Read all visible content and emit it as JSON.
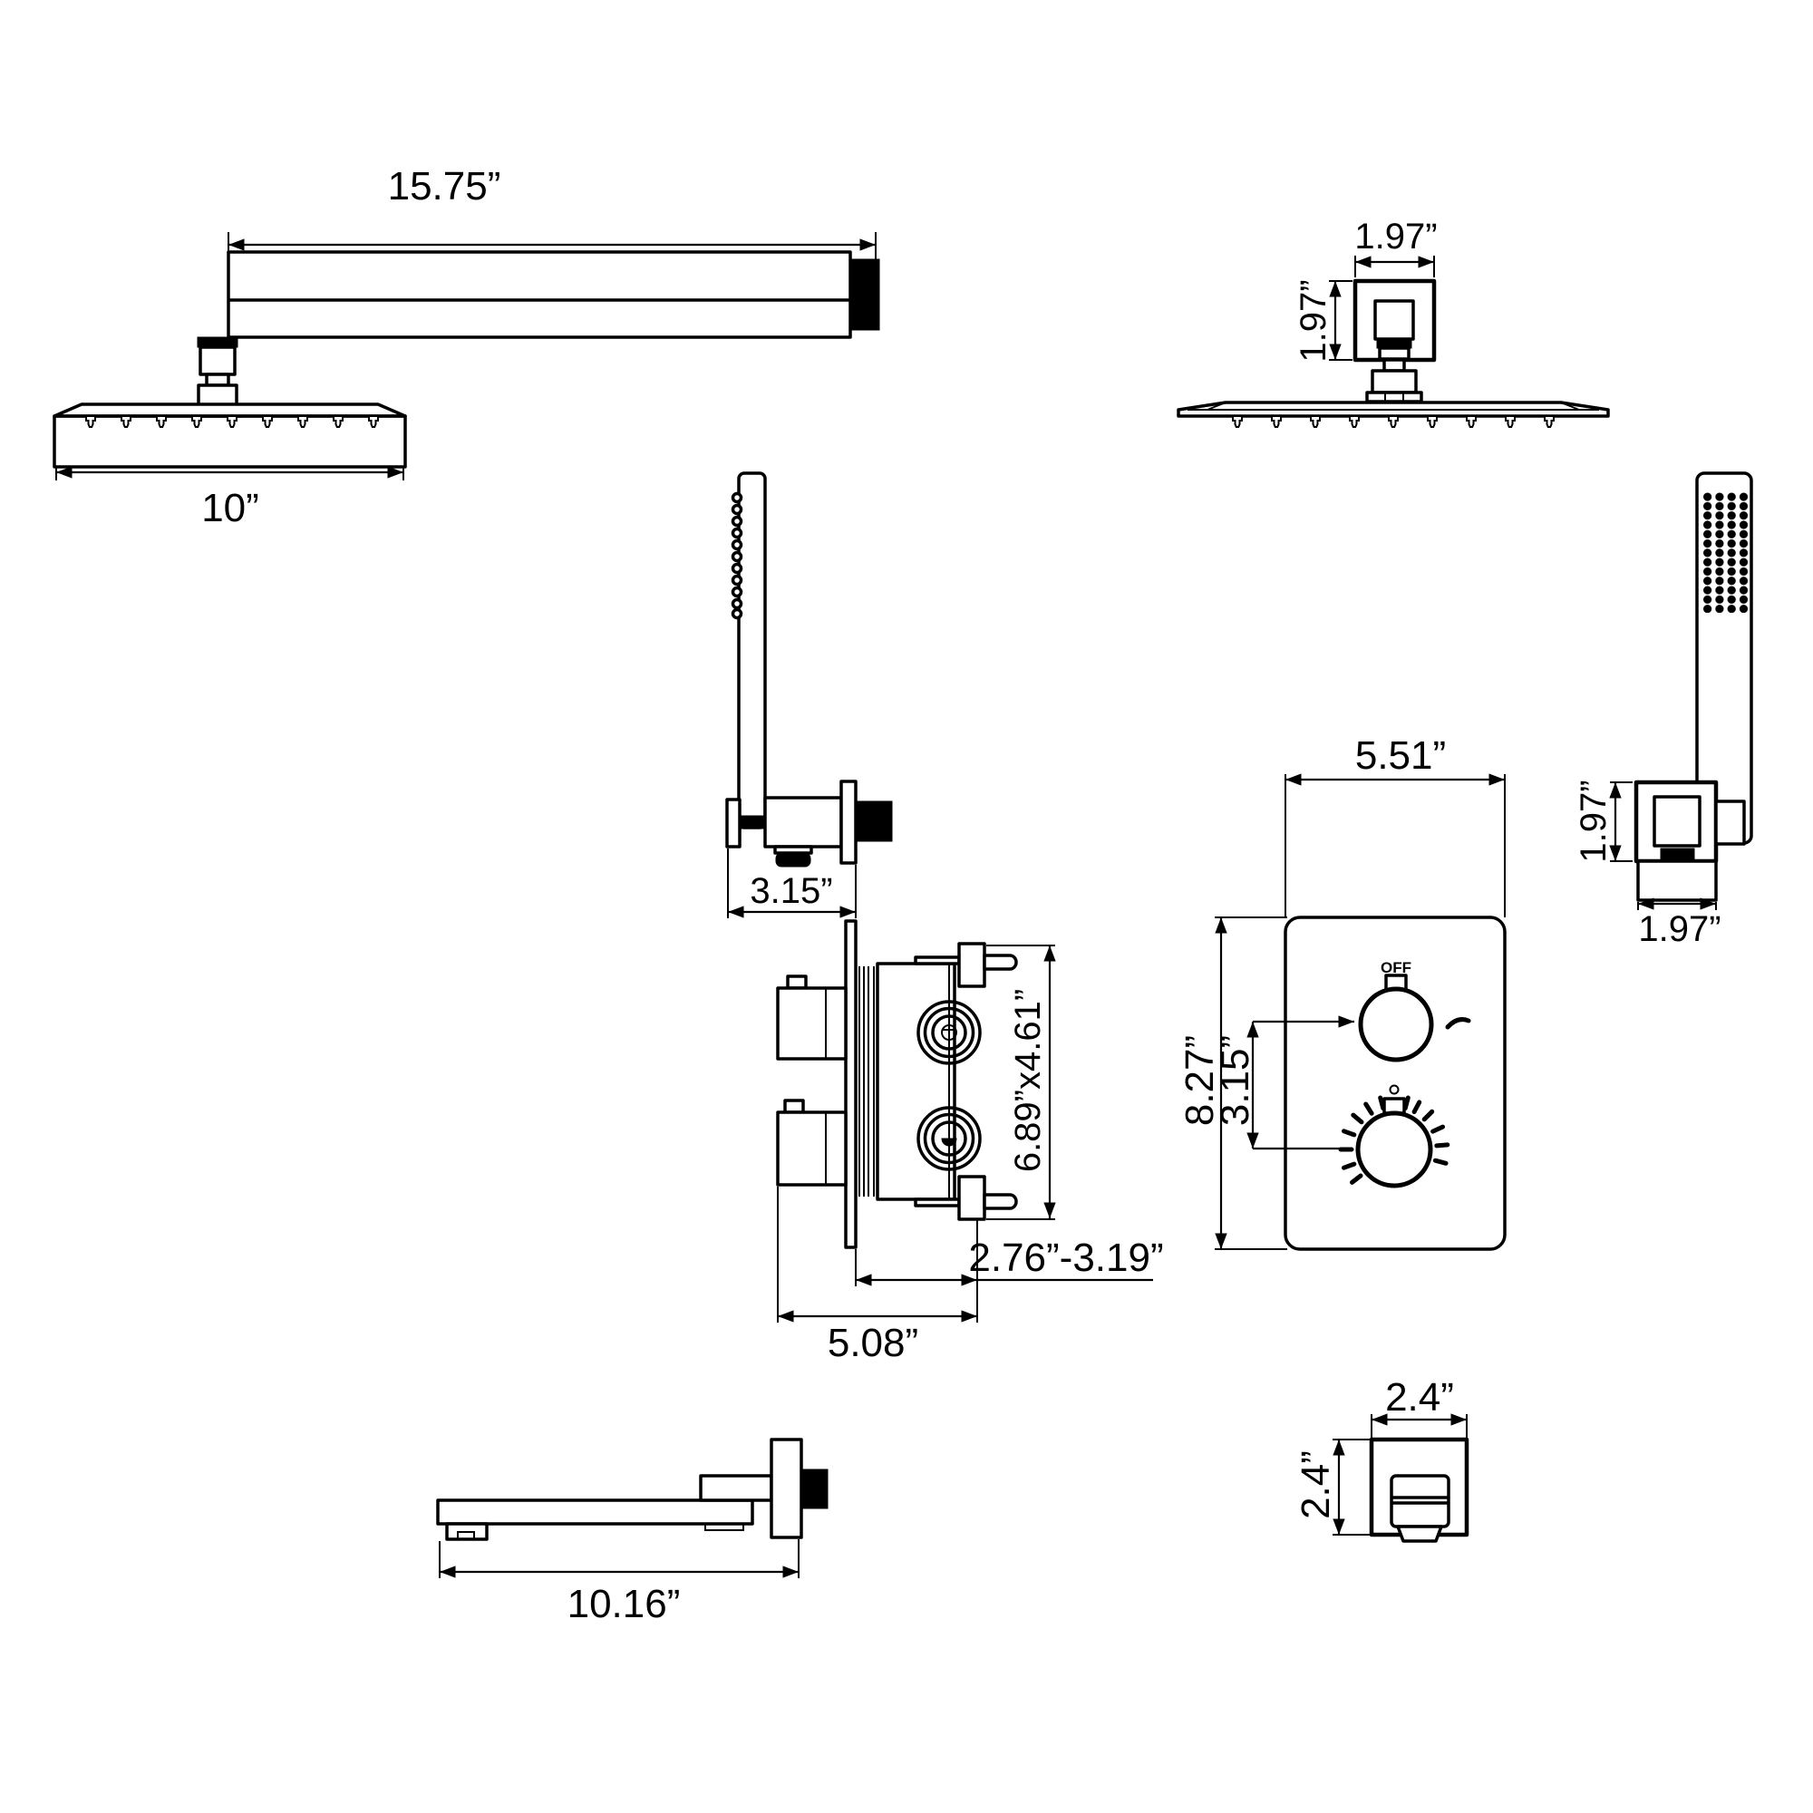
{
  "page": {
    "background": "#ffffff",
    "line_color": "#000000",
    "description": "Dimensional technical drawing of wall-mount rain shower system with hand shower, rough-in valve, thermostatic control panel and tub spout"
  },
  "views": {
    "rain_head_side": {
      "arm_length": "15.75”",
      "head_width": "10”"
    },
    "rain_head_front": {
      "flange_width": "1.97”",
      "flange_height": "1.97”"
    },
    "hand_shower_side": {
      "bracket_width": "3.15”"
    },
    "rough_in_valve": {
      "plate_size": "6.89”x4.61”",
      "depth_range": "2.76”-3.19”",
      "body_width": "5.08”"
    },
    "control_panel": {
      "panel_width": "5.51”",
      "panel_height": "8.27”",
      "handle_spacing": "3.15”",
      "off_label": "OFF"
    },
    "hand_shower_front": {
      "bracket_height": "1.97”",
      "bracket_width": "1.97”"
    },
    "tub_spout_side": {
      "spout_length": "10.16”"
    },
    "tub_spout_front": {
      "spout_width": "2.4”",
      "spout_height": "2.4”"
    }
  }
}
